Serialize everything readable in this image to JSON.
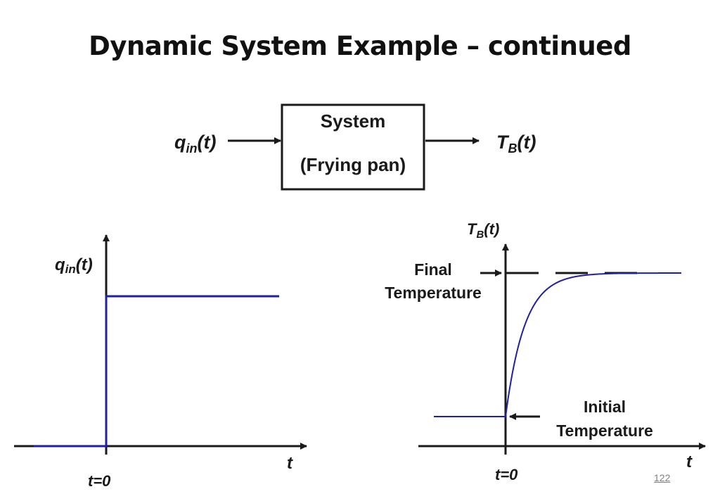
{
  "title": "Dynamic System Example – continued",
  "block": {
    "input_main": "q",
    "input_sub": "in",
    "input_arg": "(t)",
    "box_line1": "System",
    "box_line2": "(Frying pan)",
    "output_main": "T",
    "output_sub": "B",
    "output_arg": "(t)"
  },
  "left_plot": {
    "y_main": "q",
    "y_sub": "in",
    "y_arg": "(t)",
    "x_label": "t",
    "t0_label": "t=0",
    "signal": "step input"
  },
  "right_plot": {
    "y_main": "T",
    "y_sub": "B",
    "y_arg": "(t)",
    "x_label": "t",
    "t0_label": "t=0",
    "final_line1": "Final",
    "final_line2": "Temperature",
    "initial_line1": "Initial",
    "initial_line2": "Temperature",
    "signal": "first-order exponential rise"
  },
  "page_number": "122",
  "colors": {
    "signal": "#1f1fa8",
    "axes": "#1a1a1a"
  }
}
